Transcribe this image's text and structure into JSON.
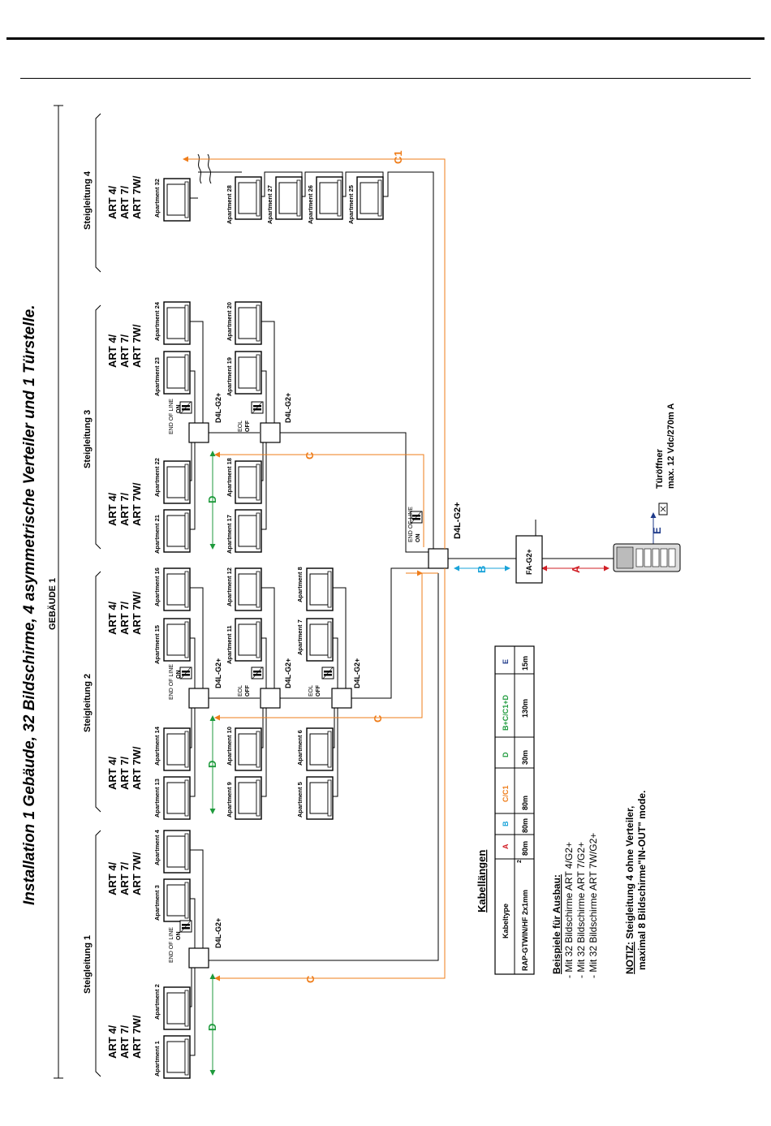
{
  "title": "Installation  1 Gebäude, 32 Bildschirme,  4  asymmetrische Verteiler und 1 Türstelle.",
  "building_label": "GEBÄUDE 1",
  "risers": [
    {
      "label": "Steigleitung 1",
      "art_lines": [
        "ART 4/",
        "ART 7/",
        "ART 7W/"
      ],
      "art2_lines": [
        "ART 4/",
        "ART 7/",
        "ART 7W/"
      ]
    },
    {
      "label": "Steigleitung 2",
      "art_lines": [
        "ART 4/",
        "ART 7/",
        "ART 7W/"
      ],
      "art2_lines": [
        "ART 4/",
        "ART 7/",
        "ART 7W/"
      ]
    },
    {
      "label": "Steigleitung 3",
      "art_lines": [
        "ART 4/",
        "ART 7/",
        "ART 7W/"
      ],
      "art2_lines": [
        "ART 4/",
        "ART 7/",
        "ART 7W/"
      ]
    },
    {
      "label": "Steigleitung 4",
      "art_lines": [
        "ART 4/",
        "ART 7/",
        "ART 7W/"
      ]
    }
  ],
  "apartments": {
    "a1": "Apartment 1",
    "a2": "Apartment 2",
    "a3": "Apartment 3",
    "a4": "Apartment 4",
    "a5": "Apartment 5",
    "a6": "Apartment 6",
    "a7": "Apartment 7",
    "a8": "Apartment 8",
    "a9": "Apartment 9",
    "a10": "Apartment 10",
    "a11": "Apartment 11",
    "a12": "Apartment 12",
    "a13": "Apartment 13",
    "a14": "Apartment 14",
    "a15": "Apartment 15",
    "a16": "Apartment 16",
    "a17": "Apartment 17",
    "a18": "Apartment 18",
    "a19": "Apartment 19",
    "a20": "Apartment 20",
    "a21": "Apartment 21",
    "a22": "Apartment 22",
    "a23": "Apartment 23",
    "a24": "Apartment 24",
    "a25": "Apartment 25",
    "a26": "Apartment 26",
    "a27": "Apartment 27",
    "a28": "Apartment 28",
    "a32": "Apartment 32"
  },
  "devices": {
    "distributor": "D4L-G2+",
    "power_supply": "FA-G2+",
    "door_opener": "Türöffner",
    "door_opener_spec": "max. 12 Vdc/270m A"
  },
  "eol": {
    "end_of_line": "END OF LINE",
    "on": "ON",
    "eol": "EOL",
    "off": "OFF"
  },
  "cable_letters": {
    "A": "A",
    "B": "B",
    "C": "C",
    "C1": "C1",
    "D": "D",
    "E": "E"
  },
  "colors": {
    "A": "#d11f26",
    "B": "#1aa3d9",
    "C": "#ef7d1a",
    "D": "#1e9a3c",
    "E": "#1e3a8a",
    "line": "#000000"
  },
  "cable_table": {
    "heading": "Kabellängen",
    "col_type": "Kabeltype",
    "headers": [
      "A",
      "B",
      "C/C1",
      "D",
      "B+C/C1+D",
      "E"
    ],
    "row_type": "RAP-GTWIN/HF 2x1mm",
    "row_type_sup": "2",
    "values": [
      "80m",
      "80m",
      "80m",
      "30m",
      "130m",
      "15m"
    ]
  },
  "examples": {
    "heading": "Beispiele für Ausbau:",
    "lines": [
      "- Mit 32 Bildschirme ART 4/G2+",
      "- Mit 32 Bildschirme ART 7/G2+",
      "- Mit 32 Bildschirme ART 7W/G2+"
    ]
  },
  "note": {
    "prefix": "NOTIZ:",
    "line1": " Steigleitung 4 ohne Verteiler,",
    "line2": "maximal 8 Bildschirme\"IN-OUT\" mode."
  }
}
